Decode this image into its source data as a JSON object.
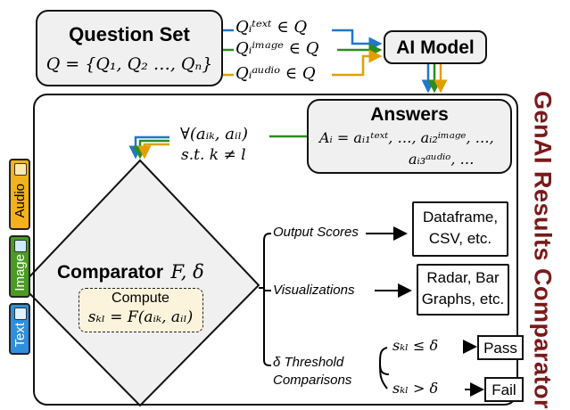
{
  "question_set": {
    "title": "Question Set",
    "formula": "Q = {Q₁, Q₂ …, Qₙ}"
  },
  "questions": {
    "text": "Qᵢᵗᵉˣᵗ ∈ Q",
    "image": "Qᵢⁱᵐᵃᵍᵉ ∈ Q",
    "audio": "Qᵢᵃᵘᵈⁱᵒ ∈ Q"
  },
  "ai_model": {
    "label": "AI Model"
  },
  "answers": {
    "title": "Answers",
    "line1": "Aᵢ = aᵢ₁ᵗᵉˣᵗ, …, aᵢ₂ⁱᵐᵃᵍᵉ, …,",
    "line2": "aᵢ₃ᵃᵘᵈⁱᵒ, …"
  },
  "pair_condition": {
    "line1": "∀(aᵢₖ, aᵢₗ)",
    "line2": "s.t.  k ≠ l"
  },
  "comparator": {
    "title": "Comparator",
    "symbols": "F, δ",
    "compute_label": "Compute",
    "compute_formula": "sₖₗ = F(aᵢₖ, aᵢₗ)"
  },
  "branches": {
    "output_scores": "Output Scores",
    "visualizations": "Visualizations",
    "threshold_line1": "δ Threshold",
    "threshold_line2": "Comparisons"
  },
  "outputs": {
    "dataframe_line1": "Dataframe,",
    "dataframe_line2": "CSV, etc.",
    "radar_line1": "Radar, Bar",
    "radar_line2": "Graphs, etc.",
    "pass_condition": "sₖₗ ≤ δ",
    "pass_label": "Pass",
    "fail_condition": "sₖₗ > δ",
    "fail_label": "Fail"
  },
  "modality_tabs": {
    "audio": "Audio",
    "image": "Image",
    "text": "Text"
  },
  "side_title": "GenAI Results Comparator",
  "colors": {
    "text_line": "#1f78c8",
    "image_line": "#2e8b1e",
    "audio_line": "#e0a000",
    "box_fill": "#f0f0f0",
    "compute_fill": "#fbf3dc",
    "side_title": "#7a1a1a"
  }
}
